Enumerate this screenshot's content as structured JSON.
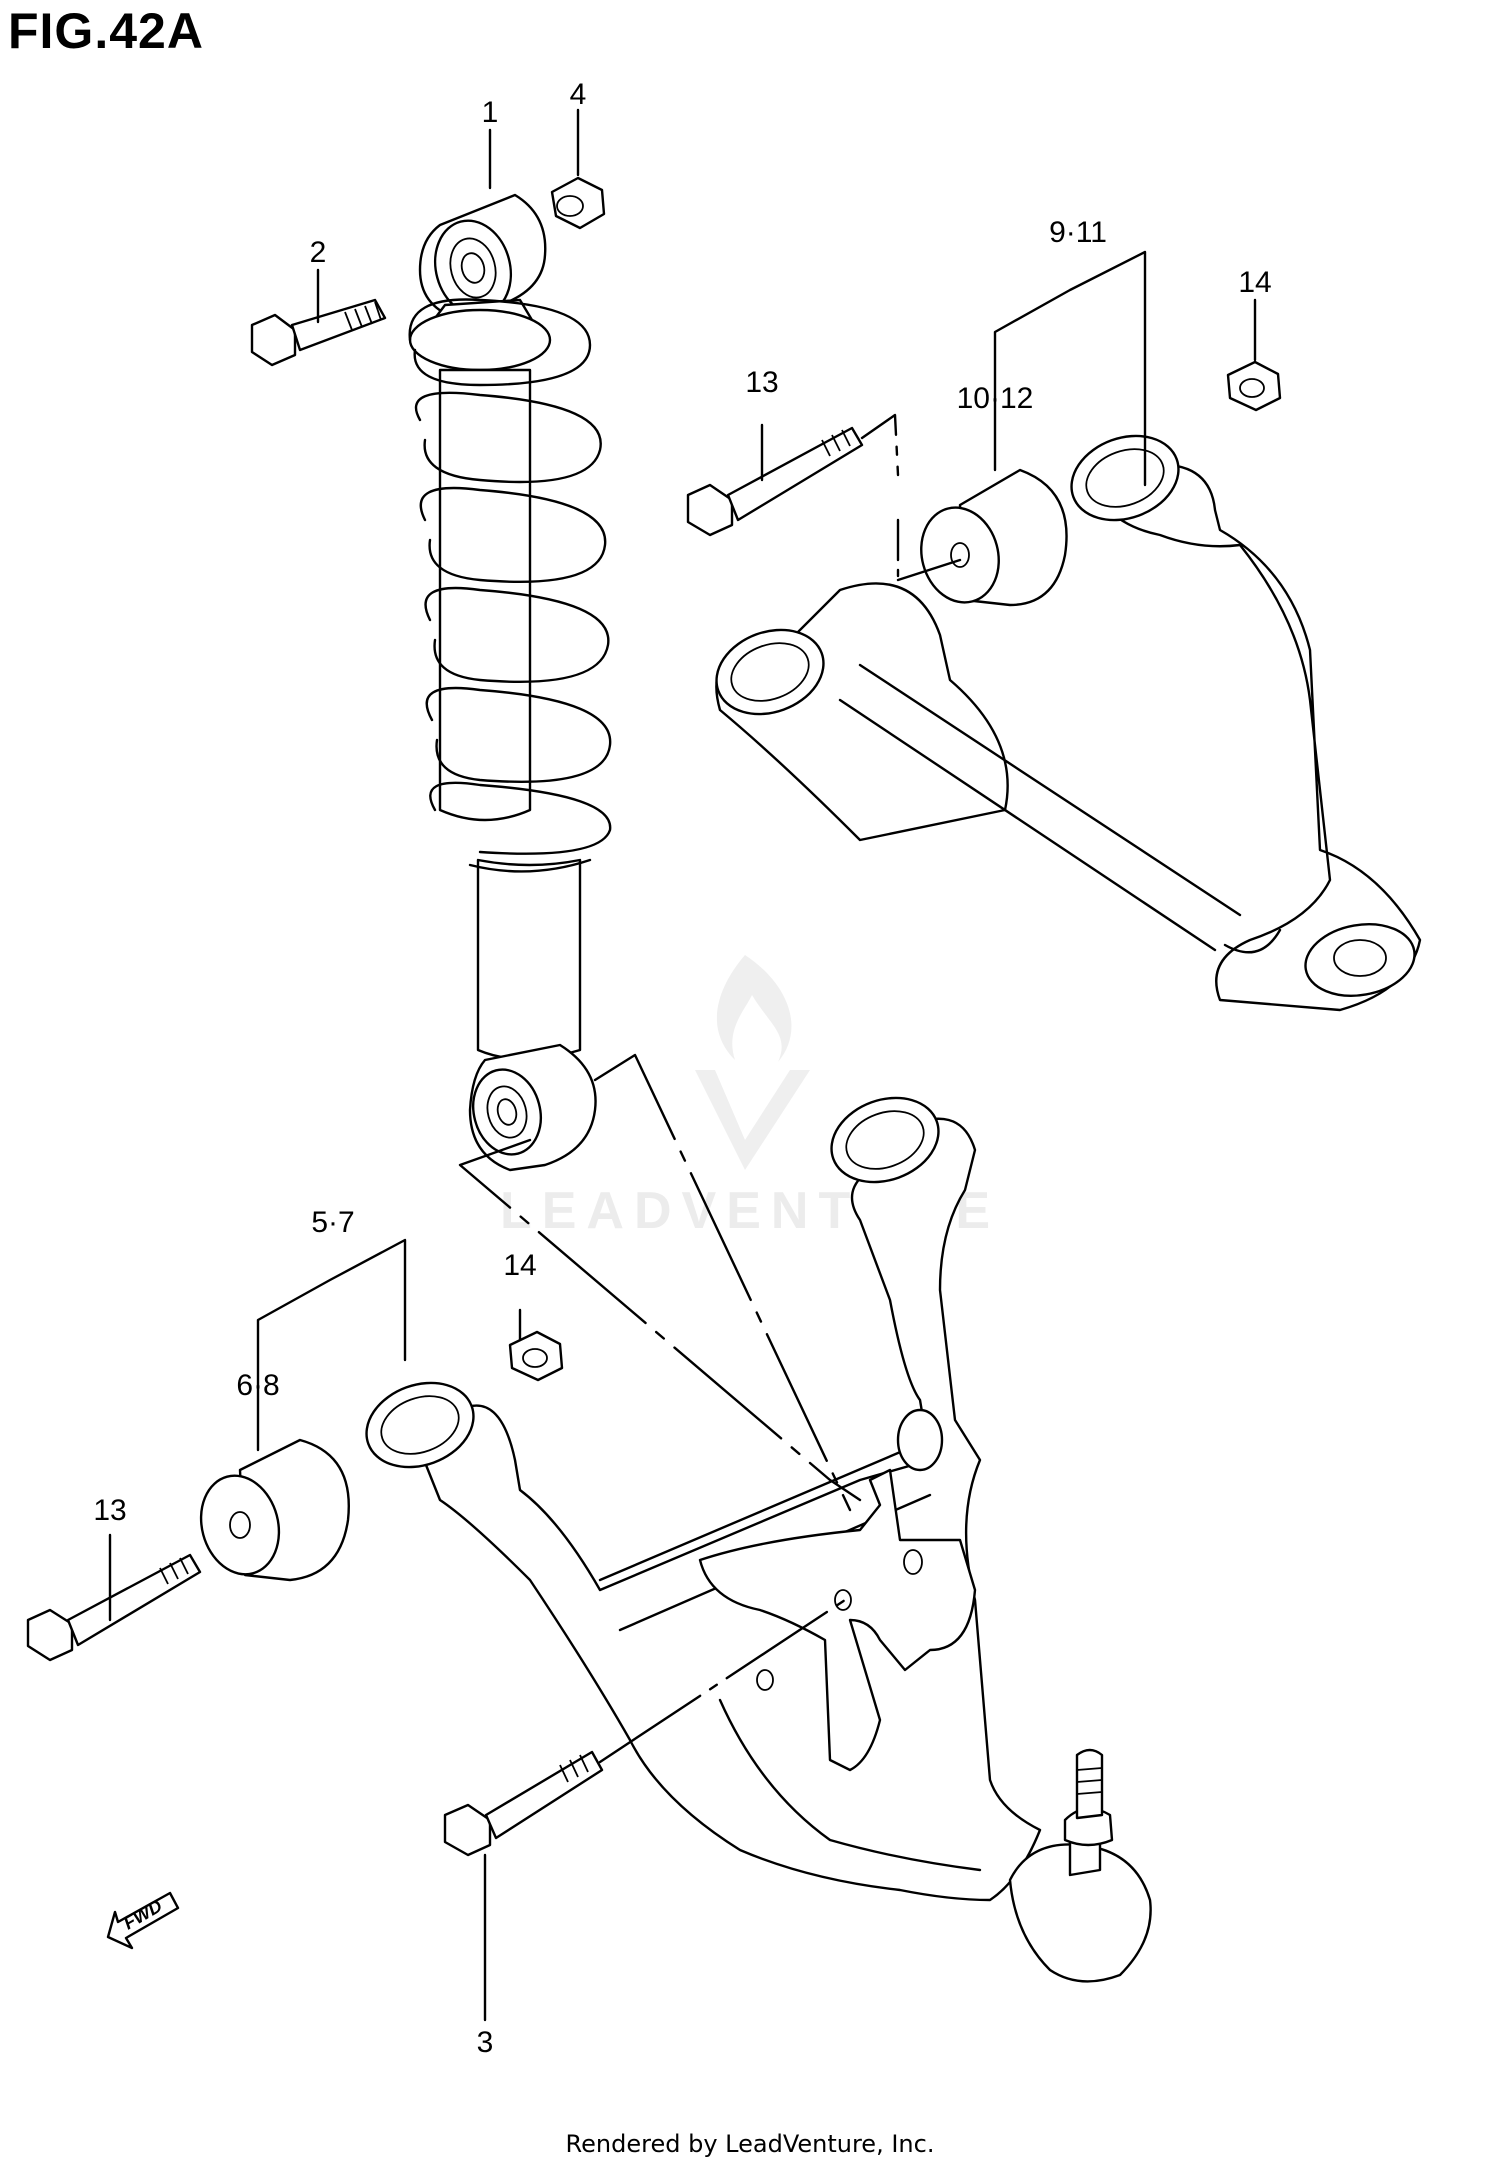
{
  "figure": {
    "title": "FIG.42A",
    "footer": "Rendered by LeadVenture, Inc.",
    "watermark": "LEADVENTURE",
    "fwd_label": "FWD"
  },
  "callouts": {
    "c1": "1",
    "c2": "2",
    "c3": "3",
    "c4": "4",
    "c5_7": "5·7",
    "c6_8": "6·8",
    "c9_11": "9·11",
    "c10_12": "10·12",
    "c13_upper": "13",
    "c13_lower": "13",
    "c14_upper": "14",
    "c14_lower": "14"
  },
  "colors": {
    "line": "#000000",
    "background": "#ffffff",
    "watermark": "#ececec"
  }
}
